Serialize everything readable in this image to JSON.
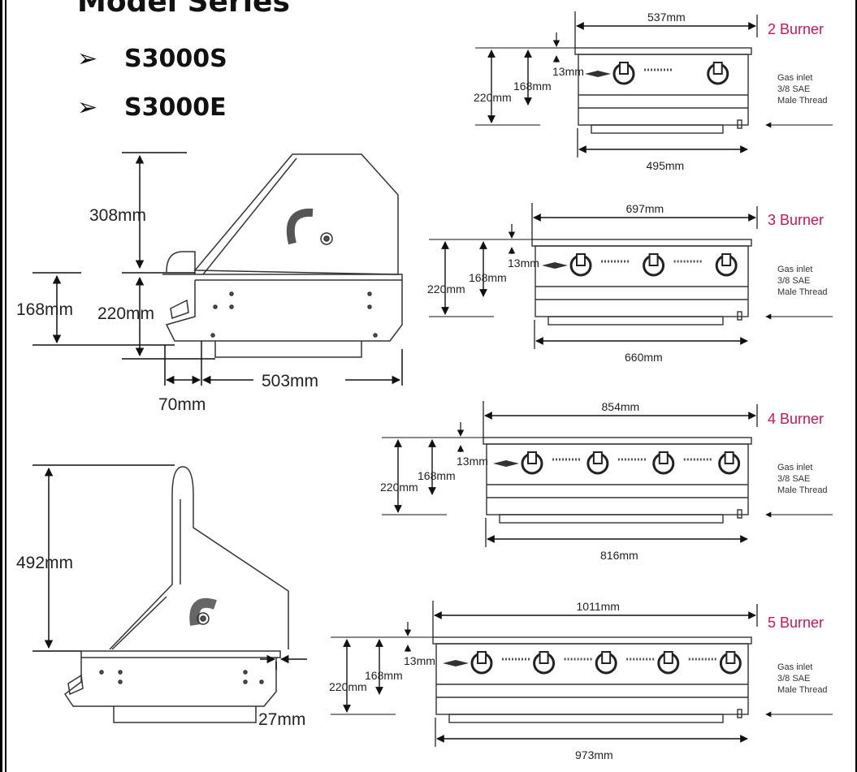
{
  "heading": "Model Series",
  "models": [
    {
      "bullet": "➢",
      "name": "S3000S"
    },
    {
      "bullet": "➢",
      "name": "S3000E"
    }
  ],
  "side_top": {
    "d_hood": "308mm",
    "d_front": "168mm",
    "d_body": "220mm",
    "d_gap": "70mm",
    "d_depth": "503mm"
  },
  "side_bottom": {
    "d_height": "492mm",
    "d_inset": "27mm"
  },
  "burners": [
    {
      "label": "2 Burner",
      "width_top": "537mm",
      "width_bottom": "495mm",
      "d13": "13mm",
      "d168": "168mm",
      "d220": "220mm",
      "gas": [
        "Gas inlet",
        "3/8 SAE",
        "Male Thread"
      ]
    },
    {
      "label": "3 Burner",
      "width_top": "697mm",
      "width_bottom": "660mm",
      "d13": "13mm",
      "d168": "168mm",
      "d220": "220mm",
      "gas": [
        "Gas inlet",
        "3/8 SAE",
        "Male Thread"
      ]
    },
    {
      "label": "4 Burner",
      "width_top": "854mm",
      "width_bottom": "816mm",
      "d13": "13mm",
      "d168": "168mm",
      "d220": "220mm",
      "gas": [
        "Gas inlet",
        "3/8 SAE",
        "Male Thread"
      ]
    },
    {
      "label": "5 Burner",
      "width_top": "1011mm",
      "width_bottom": "973mm",
      "d13": "13mm",
      "d168": "168mm",
      "d220": "220mm",
      "gas": [
        "Gas inlet",
        "3/8 SAE",
        "Male Thread"
      ]
    }
  ]
}
